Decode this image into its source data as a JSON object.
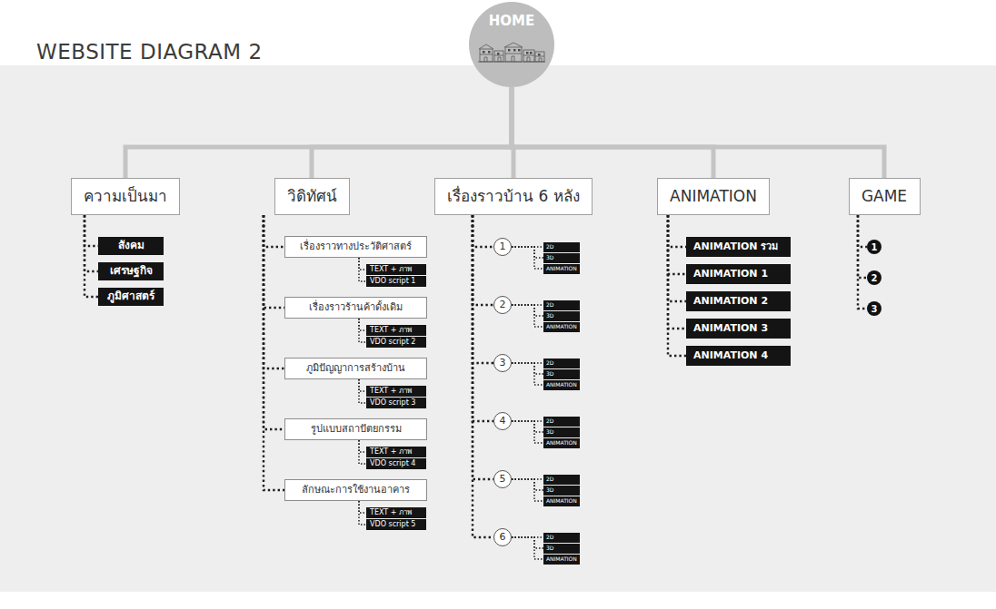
{
  "diagram": {
    "title": "WEBSITE DIAGRAM 2",
    "nodes": [
      {
        "text": [
          "HOME"
        ]
      },
      {
        "text": [
          "ความเป็นมา"
        ]
      },
      {
        "text": [
          "วิดิทัศน์"
        ]
      },
      {
        "text": [
          "เรื่องราวบ้าน 6 หลัง"
        ]
      },
      {
        "text": [
          "ANIMATION"
        ]
      },
      {
        "text": [
          "GAME"
        ]
      },
      {
        "text": [
          "สังคม"
        ]
      },
      {
        "text": [
          "เศรษฐกิจ"
        ]
      },
      {
        "text": [
          "ภูมิศาสตร์"
        ]
      },
      {
        "text": [
          "เรื่องราวทางประวัติศาสตร์"
        ]
      },
      {
        "text": [
          "TEXT + ภาพ"
        ]
      },
      {
        "text": [
          "VDO script 1"
        ]
      },
      {
        "text": [
          "เรื่องราวร้านค้าดั้งเดิม"
        ]
      },
      {
        "text": [
          "TEXT + ภาพ"
        ]
      },
      {
        "text": [
          "VDO script 2"
        ]
      },
      {
        "text": [
          "ภูมิปัญญาการสร้างบ้าน"
        ]
      },
      {
        "text": [
          "TEXT + ภาพ"
        ]
      },
      {
        "text": [
          "VDO script 3"
        ]
      },
      {
        "text": [
          "รูปแบบสถาปัตยกรรม"
        ]
      },
      {
        "text": [
          "TEXT + ภาพ"
        ]
      },
      {
        "text": [
          "VDO script 4"
        ]
      },
      {
        "text": [
          "ลักษณะการใช้งานอาคาร"
        ]
      },
      {
        "text": [
          "TEXT + ภาพ"
        ]
      },
      {
        "text": [
          "VDO script 5"
        ]
      },
      {
        "text": [
          "1"
        ]
      },
      {
        "text": [
          "2D"
        ]
      },
      {
        "text": [
          "3D"
        ]
      },
      {
        "text": [
          "ANIMATION"
        ]
      },
      {
        "text": [
          "2"
        ]
      },
      {
        "text": [
          "2D"
        ]
      },
      {
        "text": [
          "3D"
        ]
      },
      {
        "text": [
          "ANIMATION"
        ]
      },
      {
        "text": [
          "3"
        ]
      },
      {
        "text": [
          "2D"
        ]
      },
      {
        "text": [
          "3D"
        ]
      },
      {
        "text": [
          "ANIMATION"
        ]
      },
      {
        "text": [
          "4"
        ]
      },
      {
        "text": [
          "2D"
        ]
      },
      {
        "text": [
          "3D"
        ]
      },
      {
        "text": [
          "ANIMATION"
        ]
      },
      {
        "text": [
          "5"
        ]
      },
      {
        "text": [
          "2D"
        ]
      },
      {
        "text": [
          "3D"
        ]
      },
      {
        "text": [
          "ANIMATION"
        ]
      },
      {
        "text": [
          "6"
        ]
      },
      {
        "text": [
          "2D"
        ]
      },
      {
        "text": [
          "3D"
        ]
      },
      {
        "text": [
          "ANIMATION"
        ]
      },
      {
        "text": [
          "ANIMATION รวม"
        ]
      },
      {
        "text": [
          "ANIMATION 1"
        ]
      },
      {
        "text": [
          "ANIMATION 2"
        ]
      },
      {
        "text": [
          "ANIMATION 3"
        ]
      },
      {
        "text": [
          "ANIMATION 4"
        ]
      },
      {
        "text": [
          "1"
        ]
      },
      {
        "text": [
          "2"
        ]
      },
      {
        "text": [
          "3"
        ]
      }
    ],
    "edges": [
      {
        "from": 0,
        "to": 1,
        "arrow": "none"
      },
      {
        "from": 0,
        "to": 2,
        "arrow": "none"
      },
      {
        "from": 0,
        "to": 3,
        "arrow": "none"
      },
      {
        "from": 0,
        "to": 4,
        "arrow": "none"
      },
      {
        "from": 0,
        "to": 5,
        "arrow": "none"
      },
      {
        "from": 1,
        "to": 6,
        "arrow": "none"
      },
      {
        "from": 1,
        "to": 7,
        "arrow": "none"
      },
      {
        "from": 1,
        "to": 8,
        "arrow": "none"
      },
      {
        "from": 2,
        "to": 9,
        "arrow": "none"
      },
      {
        "from": 2,
        "to": 12,
        "arrow": "none"
      },
      {
        "from": 2,
        "to": 15,
        "arrow": "none"
      },
      {
        "from": 2,
        "to": 18,
        "arrow": "none"
      },
      {
        "from": 2,
        "to": 21,
        "arrow": "none"
      },
      {
        "from": 9,
        "to": 10,
        "arrow": "none"
      },
      {
        "from": 9,
        "to": 11,
        "arrow": "none"
      },
      {
        "from": 12,
        "to": 13,
        "arrow": "none"
      },
      {
        "from": 12,
        "to": 14,
        "arrow": "none"
      },
      {
        "from": 15,
        "to": 16,
        "arrow": "none"
      },
      {
        "from": 15,
        "to": 17,
        "arrow": "none"
      },
      {
        "from": 18,
        "to": 19,
        "arrow": "none"
      },
      {
        "from": 18,
        "to": 20,
        "arrow": "none"
      },
      {
        "from": 21,
        "to": 22,
        "arrow": "none"
      },
      {
        "from": 21,
        "to": 23,
        "arrow": "none"
      },
      {
        "from": 3,
        "to": 24,
        "arrow": "none"
      },
      {
        "from": 3,
        "to": 28,
        "arrow": "none"
      },
      {
        "from": 3,
        "to": 32,
        "arrow": "none"
      },
      {
        "from": 3,
        "to": 36,
        "arrow": "none"
      },
      {
        "from": 3,
        "to": 40,
        "arrow": "none"
      },
      {
        "from": 3,
        "to": 44,
        "arrow": "none"
      },
      {
        "from": 24,
        "to": 25,
        "arrow": "none"
      },
      {
        "from": 24,
        "to": 26,
        "arrow": "none"
      },
      {
        "from": 24,
        "to": 27,
        "arrow": "none"
      },
      {
        "from": 28,
        "to": 29,
        "arrow": "none"
      },
      {
        "from": 28,
        "to": 30,
        "arrow": "none"
      },
      {
        "from": 28,
        "to": 31,
        "arrow": "none"
      },
      {
        "from": 32,
        "to": 33,
        "arrow": "none"
      },
      {
        "from": 32,
        "to": 34,
        "arrow": "none"
      },
      {
        "from": 32,
        "to": 35,
        "arrow": "none"
      },
      {
        "from": 36,
        "to": 37,
        "arrow": "none"
      },
      {
        "from": 36,
        "to": 38,
        "arrow": "none"
      },
      {
        "from": 36,
        "to": 39,
        "arrow": "none"
      },
      {
        "from": 40,
        "to": 41,
        "arrow": "none"
      },
      {
        "from": 40,
        "to": 42,
        "arrow": "none"
      },
      {
        "from": 40,
        "to": 43,
        "arrow": "none"
      },
      {
        "from": 44,
        "to": 45,
        "arrow": "none"
      },
      {
        "from": 44,
        "to": 46,
        "arrow": "none"
      },
      {
        "from": 44,
        "to": 47,
        "arrow": "none"
      },
      {
        "from": 4,
        "to": 48,
        "arrow": "none"
      },
      {
        "from": 4,
        "to": 49,
        "arrow": "none"
      },
      {
        "from": 4,
        "to": 50,
        "arrow": "none"
      },
      {
        "from": 4,
        "to": 51,
        "arrow": "none"
      },
      {
        "from": 4,
        "to": 52,
        "arrow": "none"
      },
      {
        "from": 5,
        "to": 53,
        "arrow": "none"
      },
      {
        "from": 5,
        "to": 54,
        "arrow": "none"
      },
      {
        "from": 5,
        "to": 55,
        "arrow": "none"
      }
    ]
  }
}
